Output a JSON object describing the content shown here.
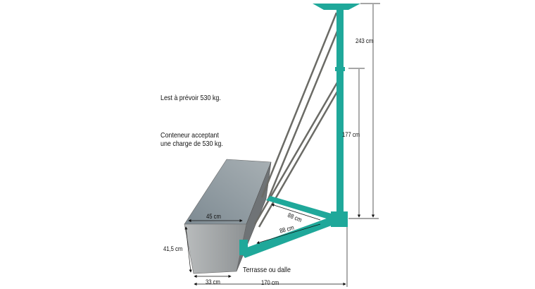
{
  "notes": {
    "ballast": "Lest à prévoir 530 kg.",
    "container_line1": "Conteneur acceptant",
    "container_line2": "une charge de 530 kg.",
    "surface": "Terrasse ou dalle"
  },
  "dimensions": {
    "total_height": "243 cm",
    "mast_height": "177 cm",
    "box_top_width": "45 cm",
    "box_height": "41,5 cm",
    "box_base_width": "33 cm",
    "total_length": "170 cm",
    "arm_upper": "88 cm",
    "arm_lower": "88 cm"
  },
  "colors": {
    "mast": "#1fa89a",
    "box": "#a9adaf",
    "cable": "#6b6b66"
  }
}
